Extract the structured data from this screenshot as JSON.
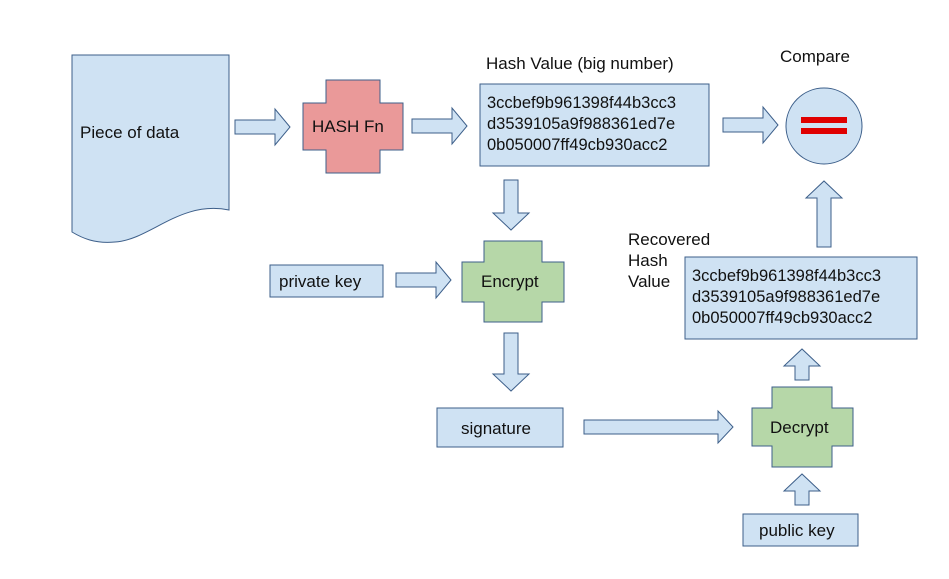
{
  "document": {
    "label": "Piece of data"
  },
  "hash_fn": {
    "label": "HASH Fn"
  },
  "hash_value": {
    "title": "Hash Value (big number)",
    "lines": [
      "3ccbef9b961398f44b3cc3",
      "d3539105a9f988361ed7e",
      "0b050007ff49cb930acc2"
    ]
  },
  "compare": {
    "title": "Compare",
    "symbol": "equals-sign"
  },
  "private_key": {
    "label": "private key"
  },
  "encrypt": {
    "label": "Encrypt"
  },
  "signature": {
    "label": "signature"
  },
  "decrypt": {
    "label": "Decrypt"
  },
  "public_key": {
    "label": "public key"
  },
  "recovered_hash": {
    "title_lines": [
      "Recovered",
      "Hash",
      "Value"
    ],
    "lines": [
      "3ccbef9b961398f44b3cc3",
      "d3539105a9f988361ed7e",
      "0b050007ff49cb930acc2"
    ]
  },
  "colors": {
    "box_fill": "#cfe2f3",
    "box_stroke": "#3d5f8a",
    "hash_fn_fill": "#ea9999",
    "crypto_fill": "#b6d7a8",
    "equals": "#e00000"
  }
}
